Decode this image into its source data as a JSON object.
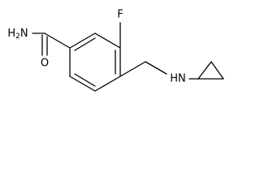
{
  "molecule": {
    "labels": {
      "amide_nh2": "H2N",
      "carbonyl_o": "O",
      "fluorine": "F",
      "amine_nh": "HN"
    },
    "colors": {
      "bond": "#000000",
      "label": "#000000",
      "background": "#ffffff"
    }
  }
}
